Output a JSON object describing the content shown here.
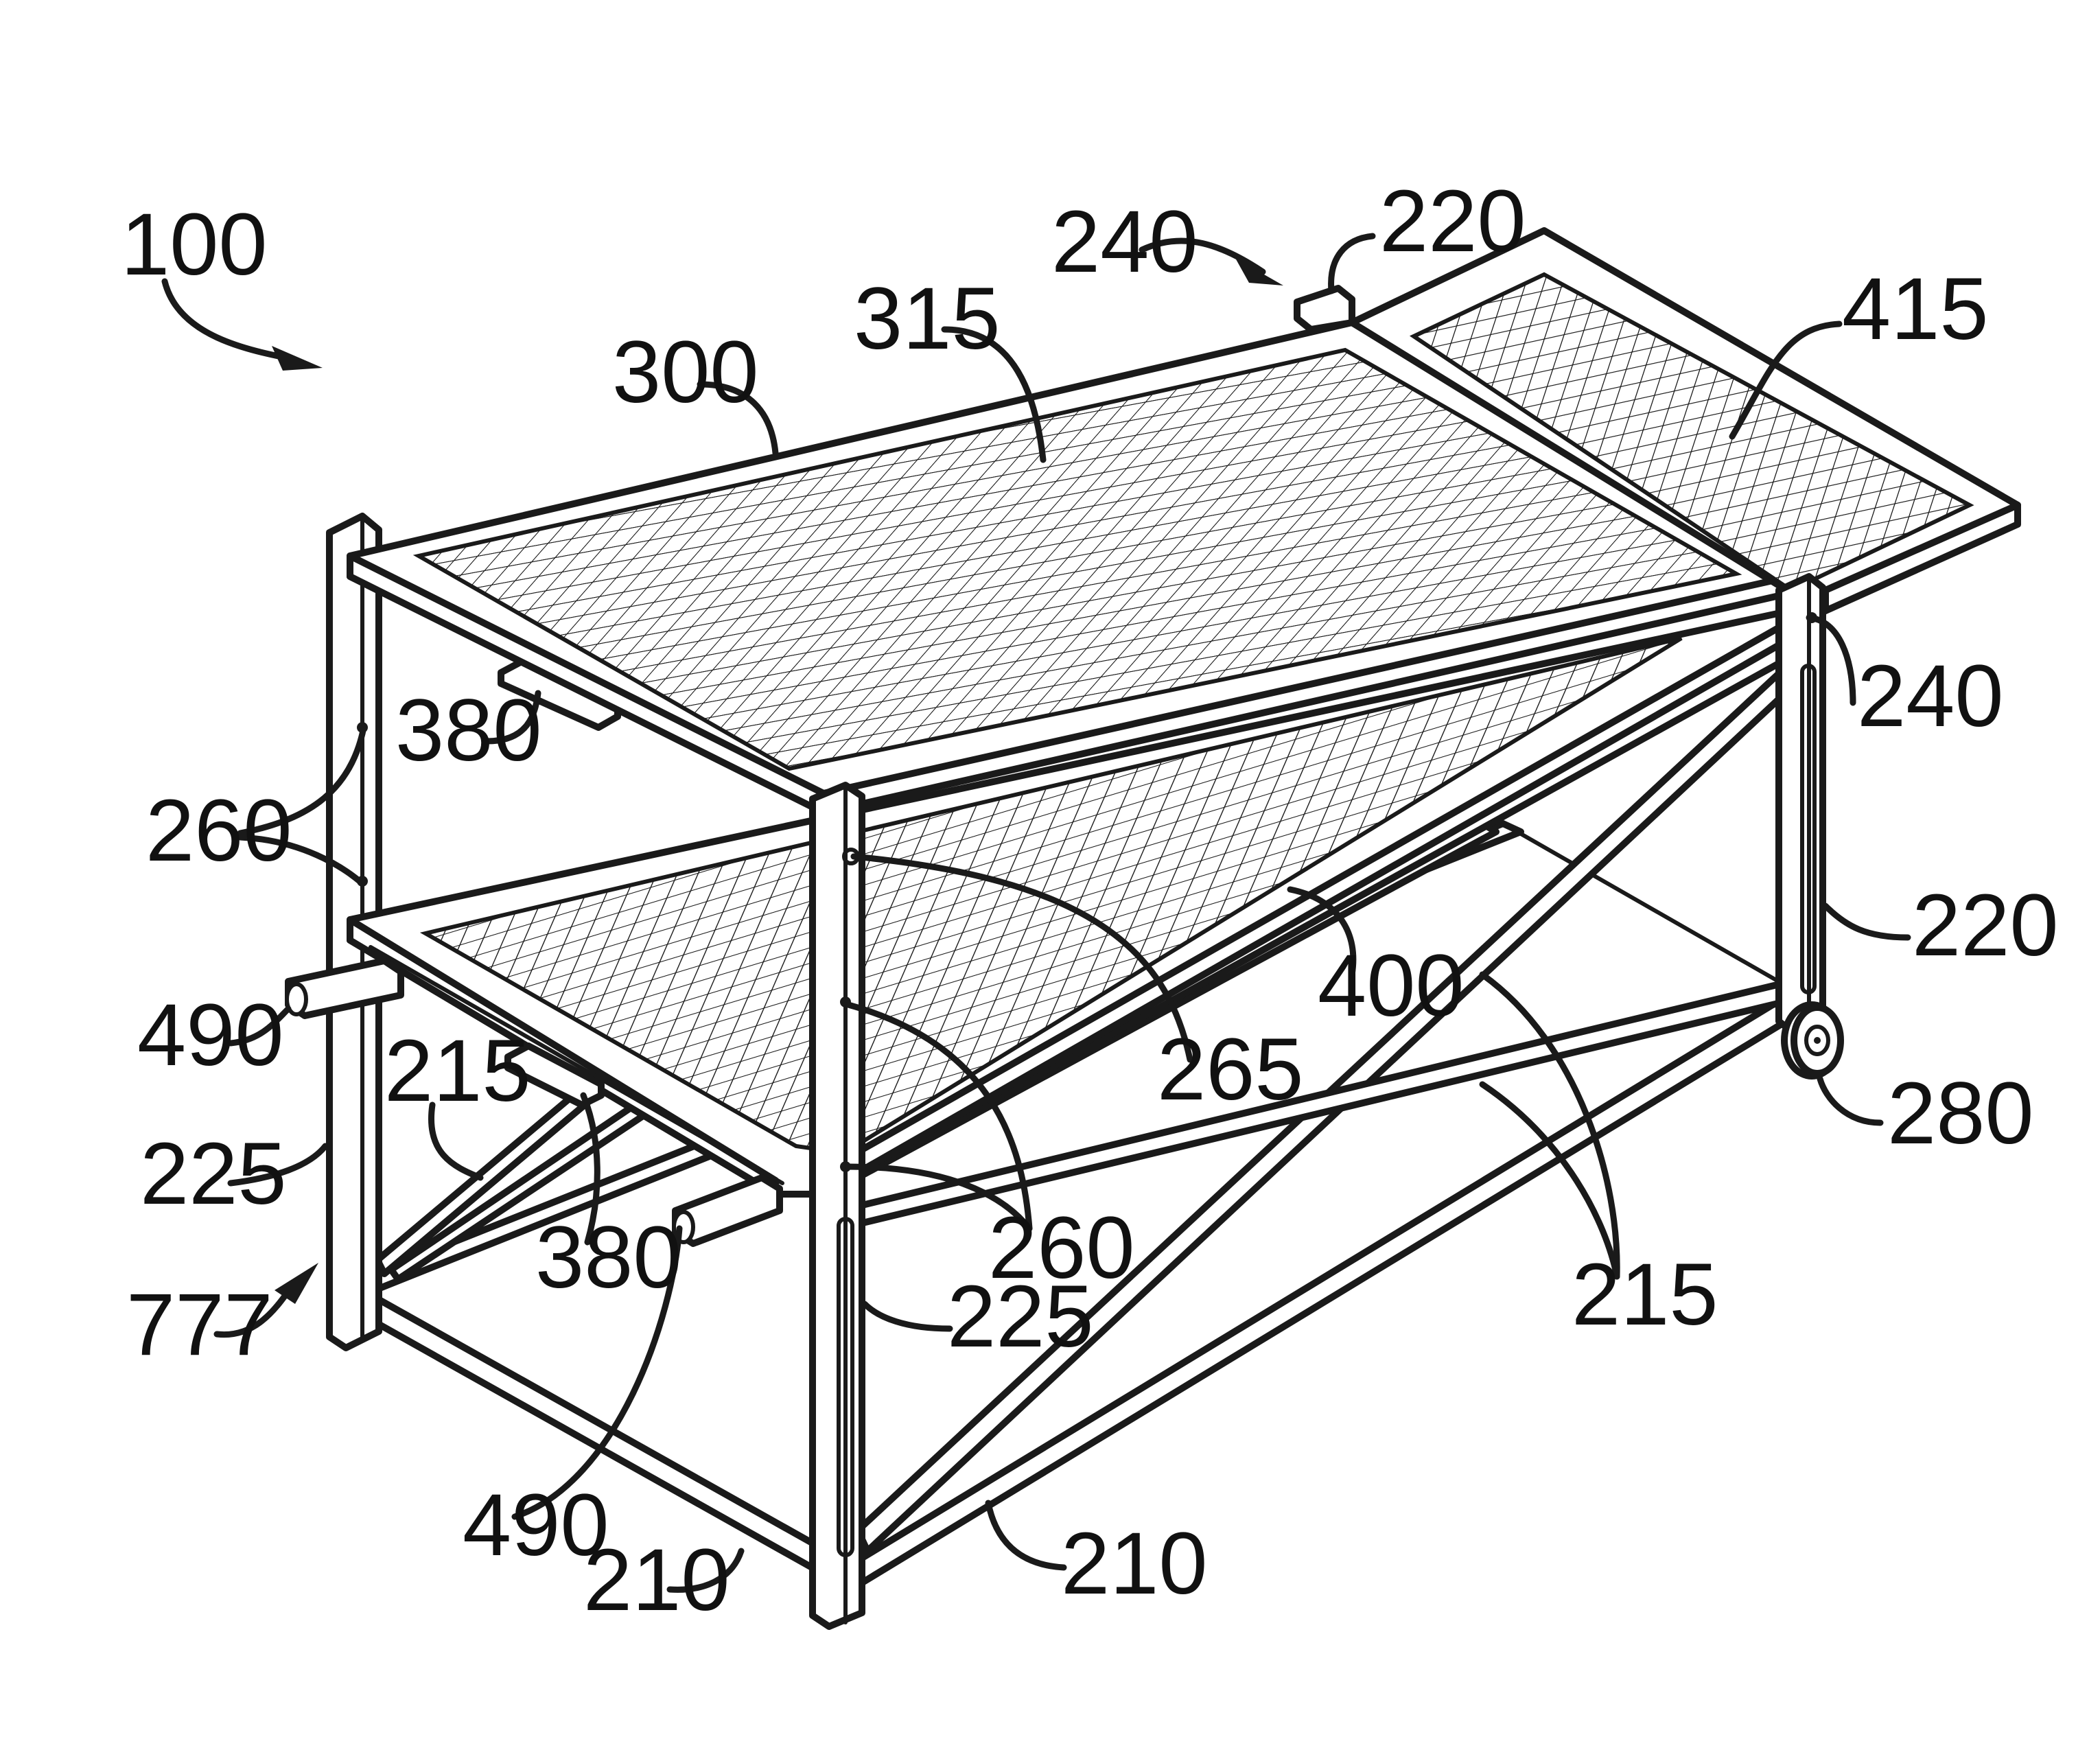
{
  "figure": {
    "labels": {
      "l100": "100",
      "l240a": "240",
      "l220a": "220",
      "l415": "415",
      "l315": "315",
      "l300": "300",
      "l240b": "240",
      "l380a": "380",
      "l260a": "260",
      "l220b": "220",
      "l400": "400",
      "l265": "265",
      "l490a": "490",
      "l280": "280",
      "l215a": "215",
      "l225a": "225",
      "l380b": "380",
      "l260b": "260",
      "l215b": "215",
      "l777": "777",
      "l225b": "225",
      "l490b": "490",
      "l210a": "210",
      "l210b": "210"
    }
  }
}
